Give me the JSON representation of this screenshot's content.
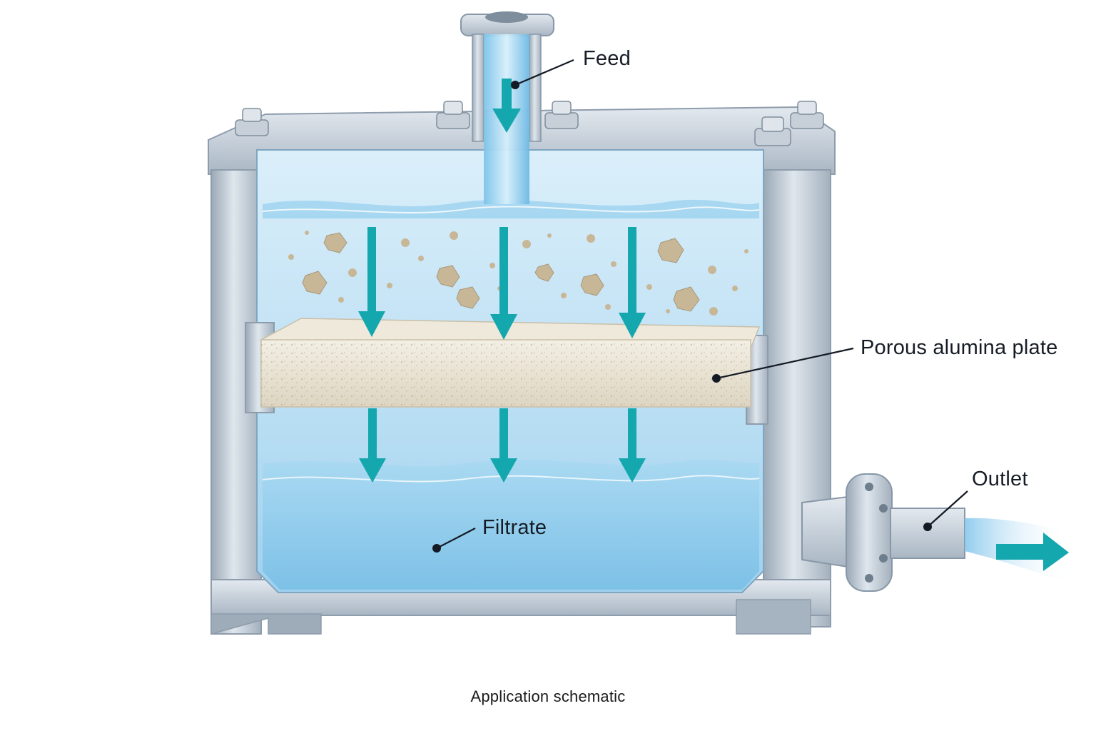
{
  "diagram": {
    "labels": {
      "feed": "Feed",
      "plate": "Porous alumina plate",
      "outlet": "Outlet",
      "filtrate": "Filtrate"
    },
    "caption": "Application schematic"
  },
  "colors": {
    "frame_steel": "#b8c4d0",
    "water_light": "#cfe8f7",
    "water_deep": "#8fcbe9",
    "flow_arrow": "#14a7ae",
    "plate": "#e9e3d2",
    "particle": "#c9b99a",
    "leader_line": "#141a24"
  }
}
